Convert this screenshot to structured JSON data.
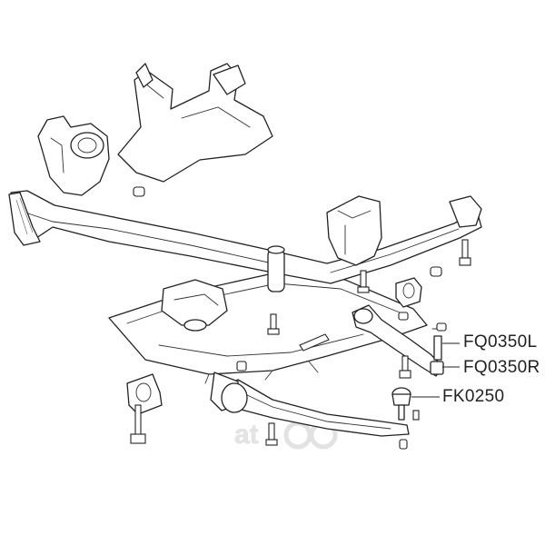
{
  "labels": {
    "left_control_arm": "FQ0350L",
    "right_control_arm": "FQ0350R",
    "ball_joint": "FK0250"
  },
  "watermark": {
    "text": "at"
  },
  "colors": {
    "line": "#222222",
    "background": "#ffffff",
    "watermark": "#e4e4e4"
  }
}
